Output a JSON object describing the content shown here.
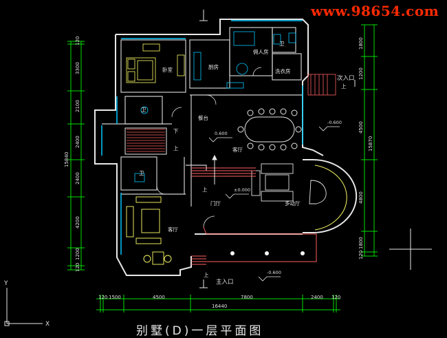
{
  "watermark": "www.98654.com",
  "drawing_title": "别墅(D)一层平面图",
  "rooms": {
    "bedroom": "卧室",
    "kitchen": "厨房",
    "servant_room": "佣人房",
    "laundry": "洗衣房",
    "wc_1": "卫",
    "wc_2": "卫",
    "wc_3": "卫",
    "bar_counter": "餐台",
    "living_dining": "客厅",
    "foyer": "门厅",
    "multi_function": "多动厅",
    "guest_hall": "客厅"
  },
  "entrances": {
    "main": "主入口",
    "secondary": "次入口"
  },
  "stair": {
    "down": "下",
    "up": "上"
  },
  "up_marks": [
    "上",
    "上",
    "上"
  ],
  "levels": {
    "floor_zero": "±0.000",
    "upper": "0.600",
    "minus_right": "-0.600",
    "minus_bottom": "-0.600"
  },
  "dimensions": {
    "bottom_segments": [
      "120",
      "1500",
      "4500",
      "7800",
      "2400",
      "120"
    ],
    "bottom_total": "16440",
    "left_segments": [
      "120",
      "1200",
      "4200",
      "2400",
      "2400",
      "2100",
      "3300",
      "120"
    ],
    "left_total": "15840",
    "right_segments": [
      "1200",
      "1800",
      "4500",
      "4800",
      "1800",
      "120"
    ],
    "right_total": "15870"
  },
  "axis_labels": {
    "y": "Y",
    "x": "X"
  },
  "colors": {
    "background": "#000000",
    "wall": "#e8e8e8",
    "wall_accent": "#00c8ff",
    "furniture": "#ffff66",
    "dimension": "#00e000",
    "stair": "#ff6060",
    "text": "#e0e0e0",
    "watermark": "#ff2a00"
  }
}
